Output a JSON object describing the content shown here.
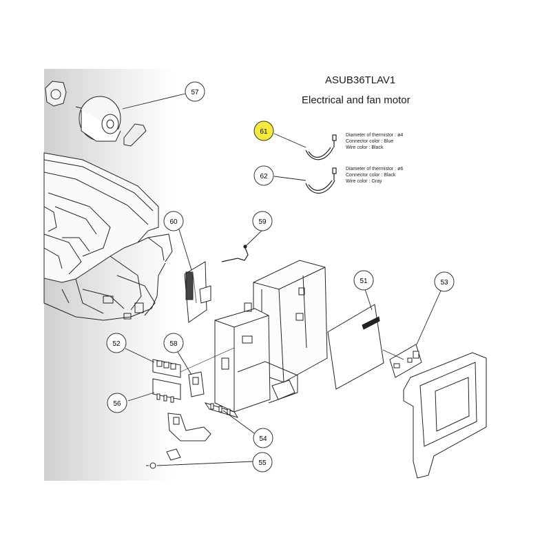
{
  "title": {
    "model": "ASUB36TLAV1",
    "subtitle": "Electrical and fan motor"
  },
  "highlight_color": "#f5e93a",
  "callouts": [
    {
      "id": "57",
      "label": "57",
      "highlighted": false
    },
    {
      "id": "61",
      "label": "61",
      "highlighted": true
    },
    {
      "id": "62",
      "label": "62",
      "highlighted": false
    },
    {
      "id": "60",
      "label": "60",
      "highlighted": false
    },
    {
      "id": "59",
      "label": "59",
      "highlighted": false
    },
    {
      "id": "51",
      "label": "51",
      "highlighted": false
    },
    {
      "id": "53",
      "label": "53",
      "highlighted": false
    },
    {
      "id": "52",
      "label": "52",
      "highlighted": false
    },
    {
      "id": "58",
      "label": "58",
      "highlighted": false
    },
    {
      "id": "56",
      "label": "56",
      "highlighted": false
    },
    {
      "id": "54",
      "label": "54",
      "highlighted": false
    },
    {
      "id": "55",
      "label": "55",
      "highlighted": false
    }
  ],
  "thermistor_61": {
    "line1": "Diameter of thermistor : ø4",
    "line2": "Connector color : Blue",
    "line3": "Wire color : Black"
  },
  "thermistor_62": {
    "line1": "Diameter of thermistor : ø6",
    "line2": "Connector color : Black",
    "line3": "Wire color : Gray"
  }
}
